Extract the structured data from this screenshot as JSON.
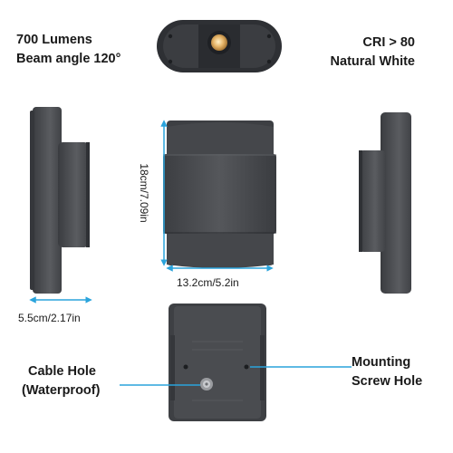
{
  "specs": {
    "lumens": "700 Lumens",
    "beam_angle": "Beam angle 120°",
    "cri": "CRI > 80",
    "color_temp": "Natural White"
  },
  "dimensions": {
    "height": "18cm/7.09in",
    "width": "13.2cm/5.2in",
    "depth": "5.5cm/2.17in"
  },
  "callouts": {
    "cable_hole_line1": "Cable Hole",
    "cable_hole_line2": "(Waterproof)",
    "mounting_line1": "Mounting",
    "mounting_line2": "Screw Hole"
  },
  "colors": {
    "body": "#4a4c50",
    "accent": "#2aa4dc",
    "led": "#d9a85a"
  }
}
